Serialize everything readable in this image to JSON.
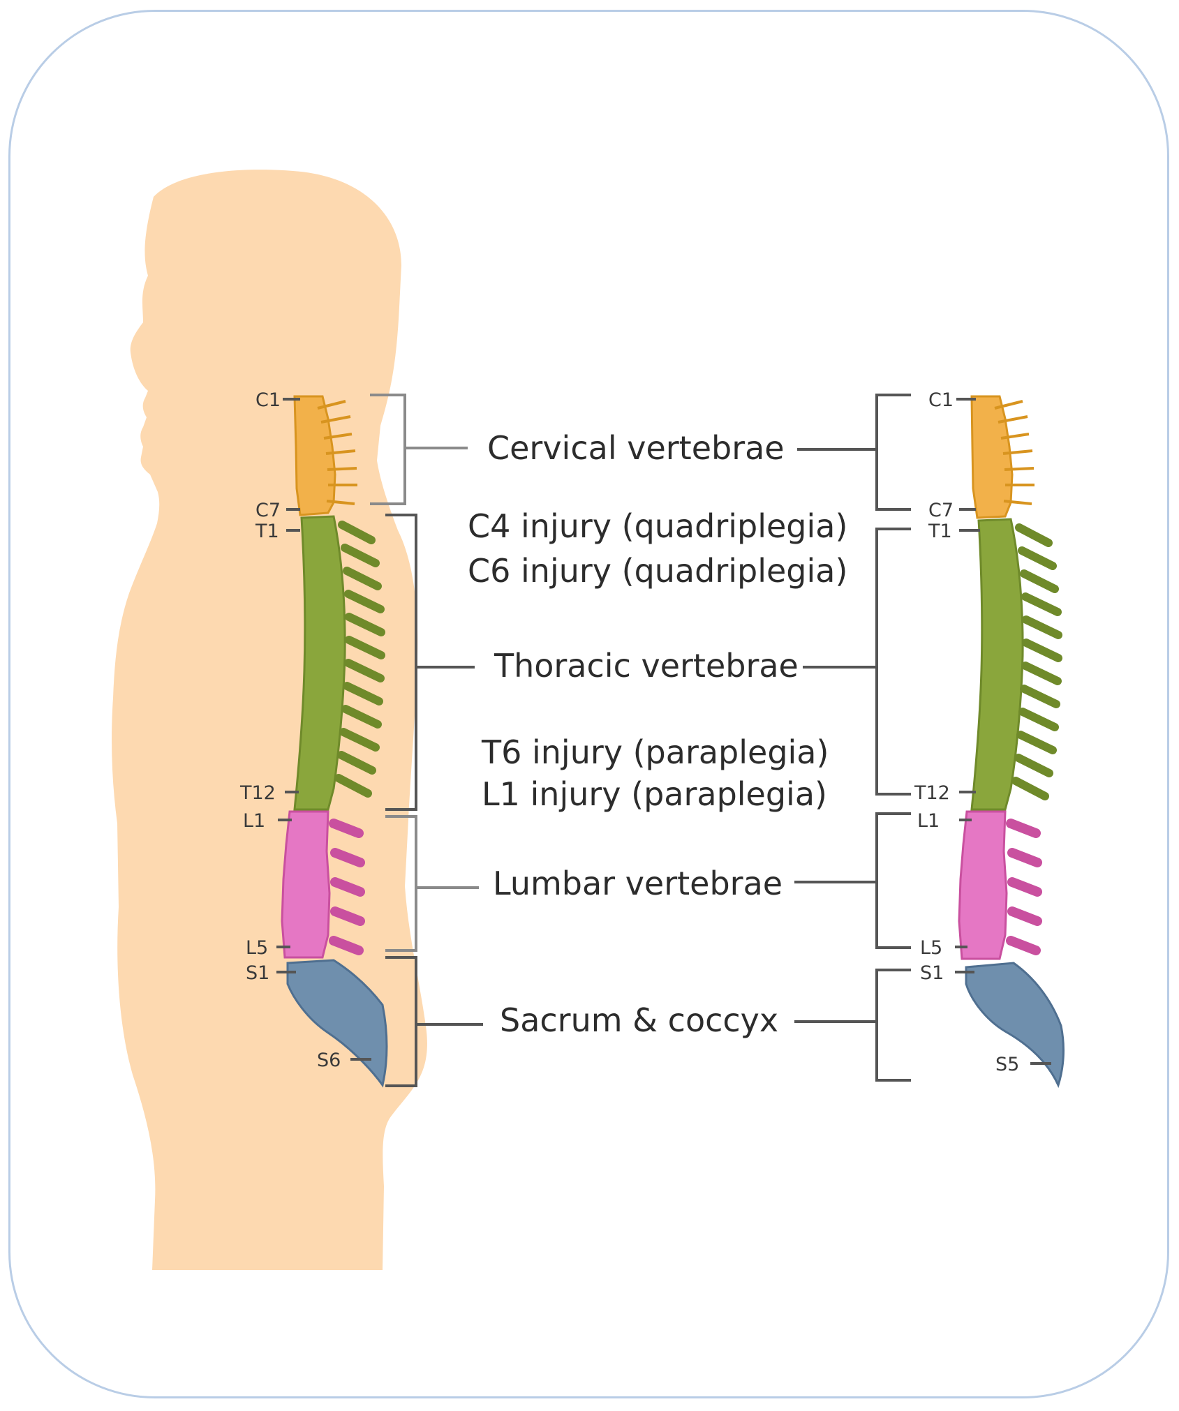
{
  "regions": {
    "cervical": {
      "label": "Cervical vertebrae",
      "color": "#f2b14a",
      "color_dark": "#d8941f",
      "top": "C1",
      "bottom": "C7"
    },
    "thoracic": {
      "label": "Thoracic vertebrae",
      "color": "#8aa63c",
      "color_dark": "#6f8a2a",
      "top": "T1",
      "bottom": "T12"
    },
    "lumbar": {
      "label": "Lumbar vertebrae",
      "color": "#e577c4",
      "color_dark": "#c9509f",
      "top": "L1",
      "bottom": "L5"
    },
    "sacrum": {
      "label": "Sacrum & coccyx",
      "color": "#6f8fad",
      "color_dark": "#4f6f90",
      "top": "S1",
      "bottom_left": "S6",
      "bottom_right": "S5"
    }
  },
  "injuries": {
    "c4": "C4 injury (quadriplegia)",
    "c6": "C6 injury (quadriplegia)",
    "t6": "T6 injury (paraplegia)",
    "l1": "L1 injury (paraplegia)"
  },
  "colors": {
    "body": "#fdd9b0",
    "frame": "#b9cde6",
    "bracket": "#555555"
  }
}
